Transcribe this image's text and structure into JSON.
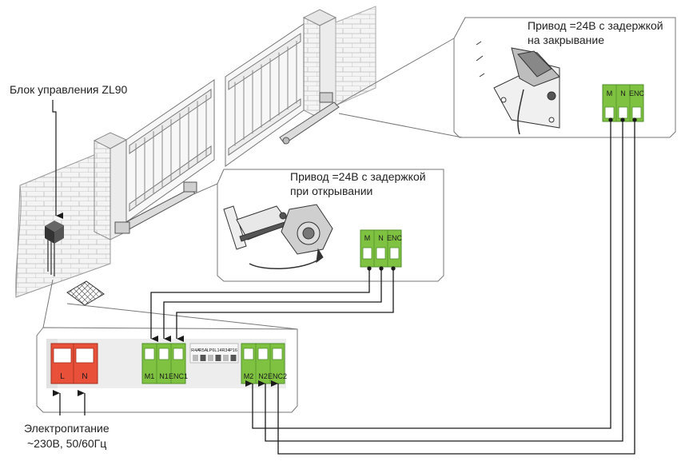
{
  "labels": {
    "control_unit": "Блок управления ZL90",
    "motor_close_line1": "Привод =24В с задержкой",
    "motor_close_line2": "на закрывание",
    "motor_open_line1": "Привод =24В с задержкой",
    "motor_open_line2": "при открывании",
    "power_line1": "Электропитание",
    "power_line2": "~230В, 50/60Гц"
  },
  "motor_close_terminal": {
    "pins": [
      "M",
      "N",
      "ENC"
    ]
  },
  "motor_open_terminal": {
    "pins": [
      "M",
      "N",
      "ENC"
    ]
  },
  "board": {
    "power_terminal": {
      "pins": [
        "L",
        "N"
      ]
    },
    "motor1_terminal": {
      "pins": [
        "M1",
        "N1",
        "ENC1"
      ]
    },
    "motor2_terminal": {
      "pins": [
        "M2",
        "N2",
        "ENC2"
      ]
    },
    "dip_labels": [
      "R4A",
      "R5A",
      "LP6",
      "L14",
      "R34",
      "P16"
    ]
  },
  "colors": {
    "terminal_green": "#7fc241",
    "terminal_dark": "#4f8f2a",
    "power_red": "#e8503a",
    "wire": "#1a1a1a",
    "outline": "#444444"
  }
}
